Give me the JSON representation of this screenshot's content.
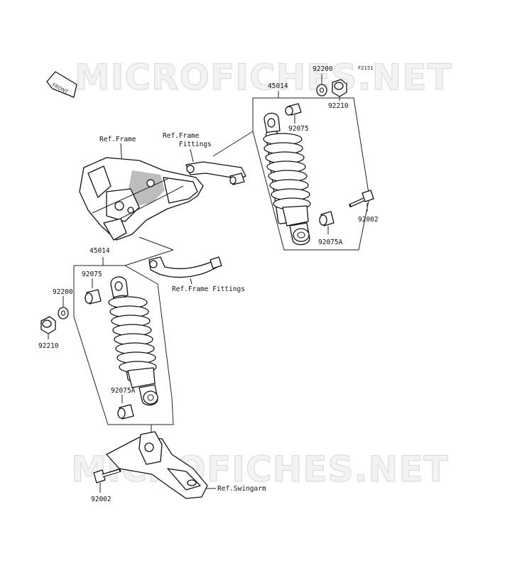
{
  "watermark": "MICROFICHES.NET",
  "figure_code": "F2151",
  "front_badge": "FRONT",
  "labels": {
    "assy_top": "45014",
    "assy_bottom": "45014",
    "washer_top": "92200",
    "nut_top": "92210",
    "bush_top_upper": "92075",
    "bolt_top": "92002",
    "bush_top_lower": "92075A",
    "ref_frame": "Ref.Frame",
    "ref_frame_fittings_a": "Ref.Frame",
    "ref_frame_fittings_b": "Fittings",
    "ref_frame_fittings_2": "Ref.Frame Fittings",
    "bush_bottom_upper": "92075",
    "washer_bottom": "92200",
    "nut_bottom": "92210",
    "bush_bottom_lower": "92075A",
    "ref_swingarm": "Ref.Swingarm",
    "bolt_bottom": "92002"
  }
}
